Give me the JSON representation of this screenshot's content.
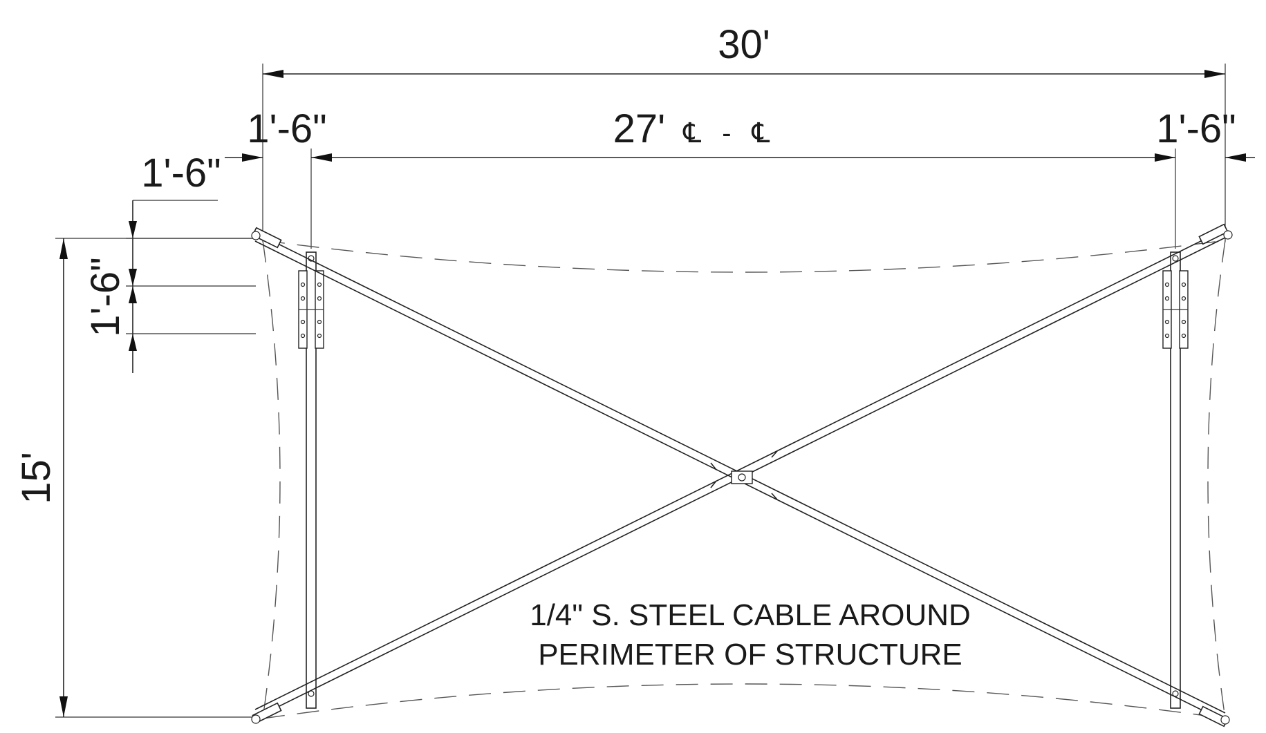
{
  "dimensions": {
    "overall_width": "30'",
    "centerline_width": "27'",
    "centerline_symbol_1": "℄",
    "centerline_dash": "-",
    "centerline_symbol_2": "℄",
    "offset_top_left": "1'-6\"",
    "offset_top_right": "1'-6\"",
    "offset_left_horizontal": "1'-6\"",
    "offset_left_vertical": "1'-6\"",
    "overall_height": "15'"
  },
  "note": {
    "line1": "1/4\" S. STEEL CABLE AROUND",
    "line2": "PERIMETER OF STRUCTURE"
  }
}
